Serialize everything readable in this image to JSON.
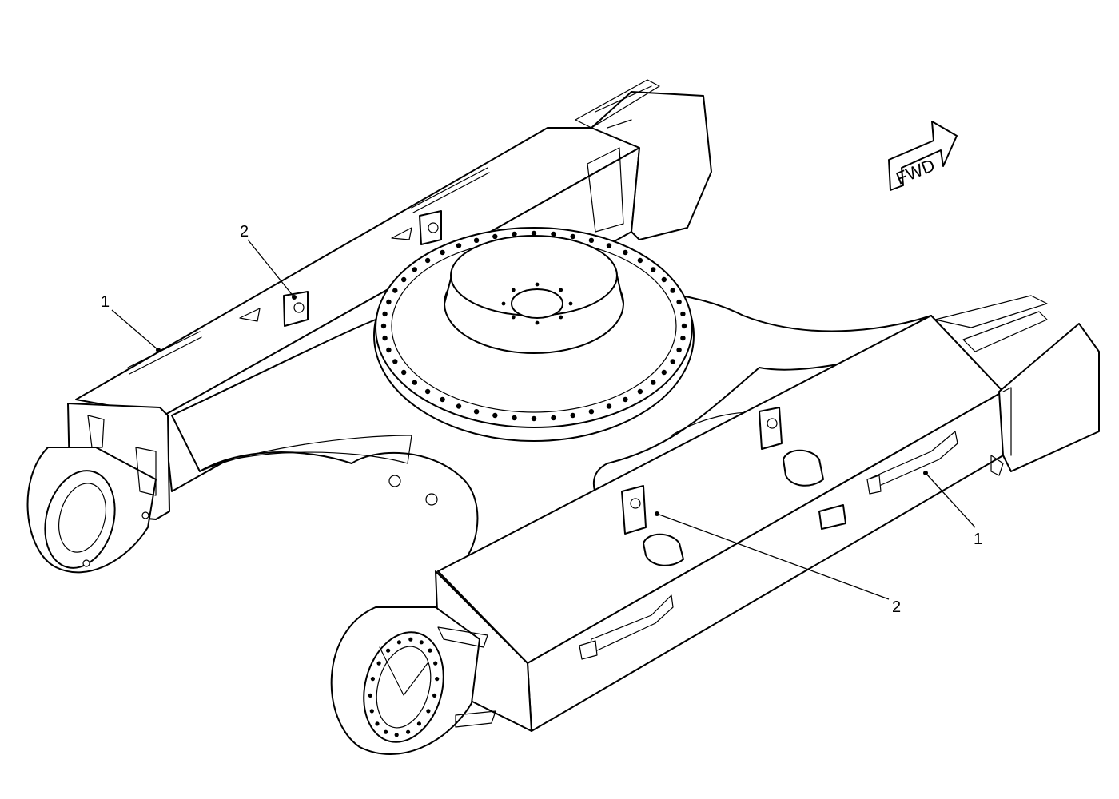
{
  "callouts": [
    {
      "id": "c1-left",
      "label": "1"
    },
    {
      "id": "c2-left",
      "label": "2"
    },
    {
      "id": "c1-right",
      "label": "1"
    },
    {
      "id": "c2-right",
      "label": "2"
    }
  ],
  "direction_indicator": {
    "label": "FWD",
    "icon": "arrow-right-icon"
  },
  "colors": {
    "line": "#000000",
    "background": "#ffffff"
  }
}
